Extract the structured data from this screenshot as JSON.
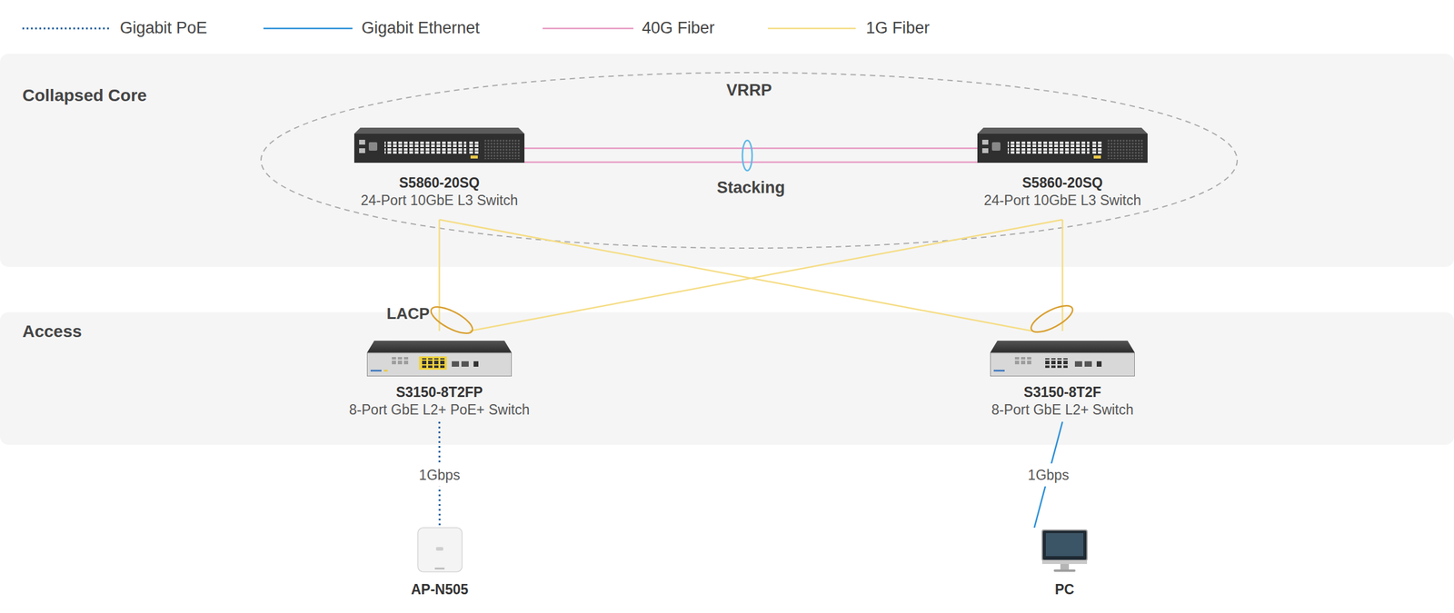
{
  "diagram": {
    "nodes": [
      {
        "text": [
          "Collapsed Core"
        ]
      },
      {
        "text": [
          "VRRP"
        ],
        "in": 0
      },
      {
        "text": [
          "S5860-20SQ",
          "24-Port 10GbE L3 Switch"
        ],
        "in": 1
      },
      {
        "text": [
          "S5860-20SQ",
          "24-Port 10GbE L3 Switch"
        ],
        "in": 1
      },
      {
        "text": [
          "Access"
        ]
      },
      {
        "text": [
          "S3150-8T2FP",
          "8-Port GbE L2+ PoE+ Switch"
        ],
        "in": 4
      },
      {
        "text": [
          "S3150-8T2F",
          "8-Port GbE L2+ Switch"
        ],
        "in": 4
      },
      {
        "text": [
          "AP-N505"
        ]
      },
      {
        "text": [
          "PC"
        ]
      }
    ],
    "edges": [
      {
        "from": 2,
        "to": 3,
        "arrow": "none",
        "label": "Stacking"
      },
      {
        "from": 2,
        "to": 5,
        "arrow": "none"
      },
      {
        "from": 2,
        "to": 6,
        "arrow": "none"
      },
      {
        "from": 3,
        "to": 5,
        "arrow": "none"
      },
      {
        "from": 3,
        "to": 6,
        "arrow": "none"
      },
      {
        "from": 5,
        "to": 7,
        "arrow": "none",
        "label": "1Gbps"
      },
      {
        "from": 6,
        "to": 8,
        "arrow": "none",
        "label": "1Gbps"
      }
    ],
    "labels": [
      "LACP"
    ],
    "legend": [
      {
        "text": "Gigabit PoE"
      },
      {
        "text": "Gigabit Ethernet"
      },
      {
        "text": "40G Fiber"
      },
      {
        "text": "1G Fiber"
      }
    ]
  }
}
